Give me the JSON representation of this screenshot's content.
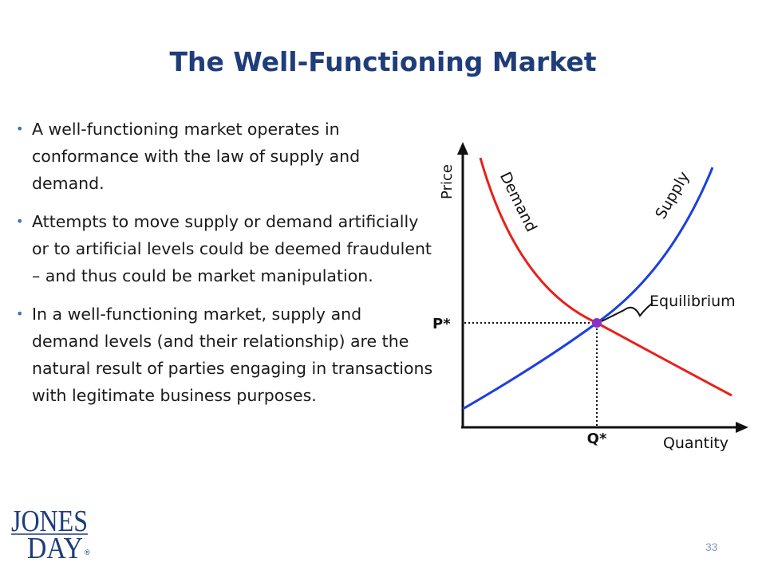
{
  "slide": {
    "title": "The Well-Functioning Market",
    "bullets": [
      "A well-functioning market operates in conformance with the law of supply and demand.",
      "Attempts to move supply or demand artificially or to artificial levels could be deemed fraudulent  –  and thus could be market manipulation.",
      "In a well-functioning market, supply and demand levels (and their relationship) are the natural result of parties engaging in transactions with legitimate business purposes."
    ],
    "page_number": "33"
  },
  "diagram": {
    "y_axis_label": "Price",
    "x_axis_label": "Quantity",
    "demand_label": "Demand",
    "supply_label": "Supply",
    "equilibrium_label": "Equilibrium",
    "price_marker": "P*",
    "quantity_marker": "Q*",
    "colors": {
      "demand": "#e8201a",
      "supply": "#1b3fe0",
      "equilibrium": "#8b2fc9"
    }
  },
  "logo": {
    "line1": "JONES",
    "line2": "DAY",
    "mark": "®"
  }
}
